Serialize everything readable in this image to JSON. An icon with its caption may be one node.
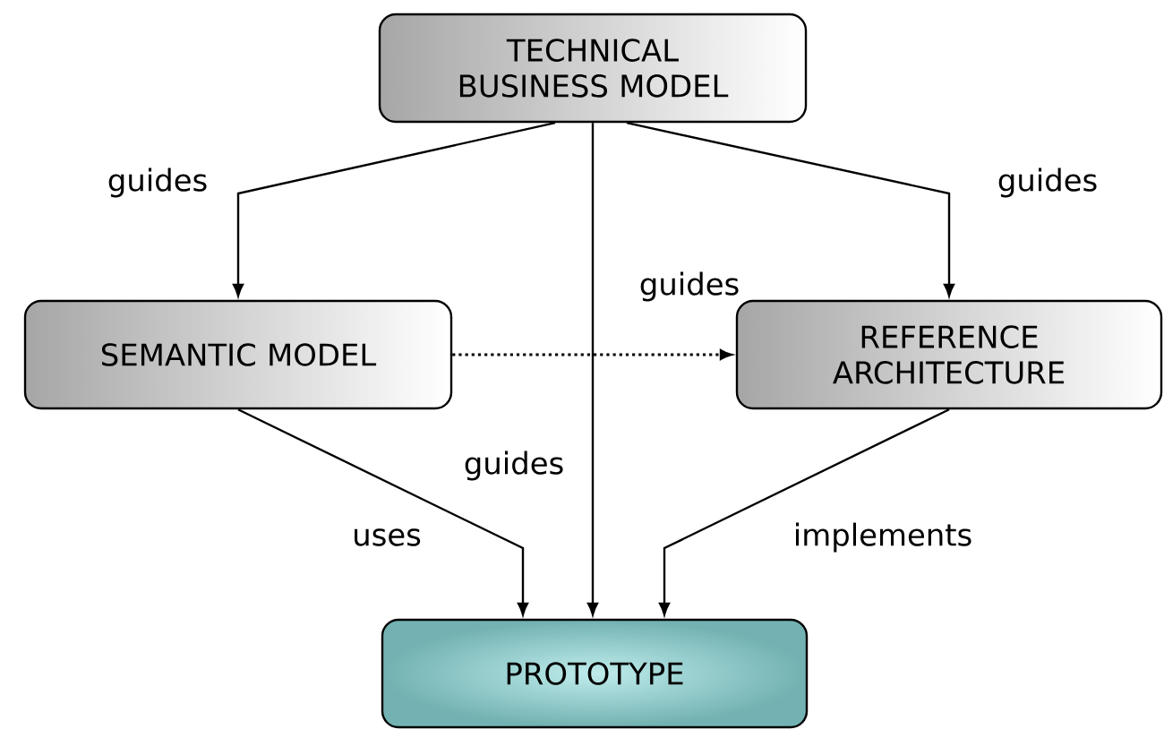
{
  "diagram": {
    "nodes": [
      {
        "text": [
          "TECHNICAL BUSINESS MODEL"
        ]
      },
      {
        "text": [
          "SEMANTIC MODEL"
        ]
      },
      {
        "text": [
          "REFERENCE ARCHITECTURE"
        ]
      },
      {
        "text": [
          "PROTOTYPE"
        ]
      }
    ],
    "edges": [
      {
        "from": 0,
        "to": 1,
        "arrow": "to",
        "label": "guides"
      },
      {
        "from": 0,
        "to": 2,
        "arrow": "to",
        "label": "guides"
      },
      {
        "from": 1,
        "to": 2,
        "arrow": "to",
        "label": "guides",
        "style": "dashed"
      },
      {
        "from": 0,
        "to": 3,
        "arrow": "to",
        "label": "guides"
      },
      {
        "from": 1,
        "to": 3,
        "arrow": "to",
        "label": "uses"
      },
      {
        "from": 2,
        "to": 3,
        "arrow": "to",
        "label": "implements"
      }
    ]
  }
}
